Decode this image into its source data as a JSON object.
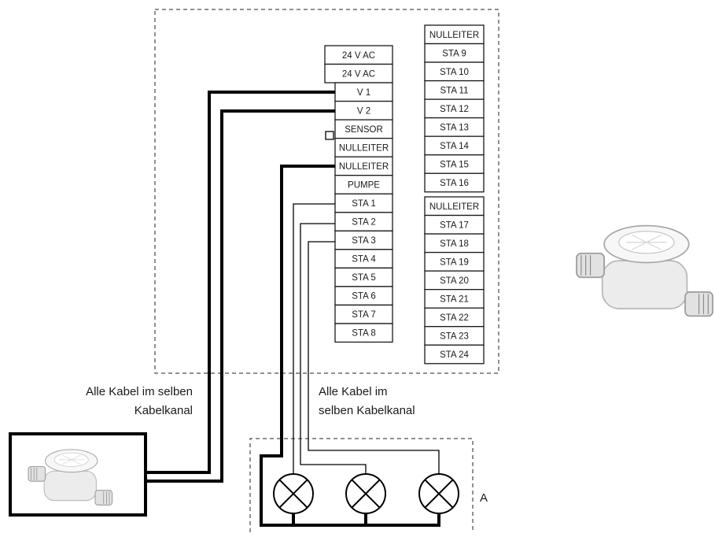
{
  "terminal_columns": {
    "main": [
      "24 V AC",
      "24 V AC",
      "V 1",
      "V 2",
      "SENSOR",
      "NULLEITER",
      "NULLEITER",
      "PUMPE",
      "STA 1",
      "STA 2",
      "STA 3",
      "STA 4",
      "STA 5",
      "STA 6",
      "STA 7",
      "STA 8"
    ],
    "module_1": [
      "NULLEITER",
      "STA 9",
      "STA 10",
      "STA 11",
      "STA 12",
      "STA 13",
      "STA 14",
      "STA 15",
      "STA 16"
    ],
    "module_2": [
      "NULLEITER",
      "STA 17",
      "STA 18",
      "STA 19",
      "STA 20",
      "STA 21",
      "STA 22",
      "STA 23",
      "STA 24"
    ]
  },
  "captions": {
    "left_line1": "Alle Kabel im selben",
    "left_line2": "Kabelkanal",
    "center_line1": "Alle Kabel im",
    "center_line2": "selben Kabelkanal",
    "valve_group": "A"
  },
  "icons": {
    "water_meter": "water-meter-icon",
    "valve": "valve-symbol-icon"
  }
}
